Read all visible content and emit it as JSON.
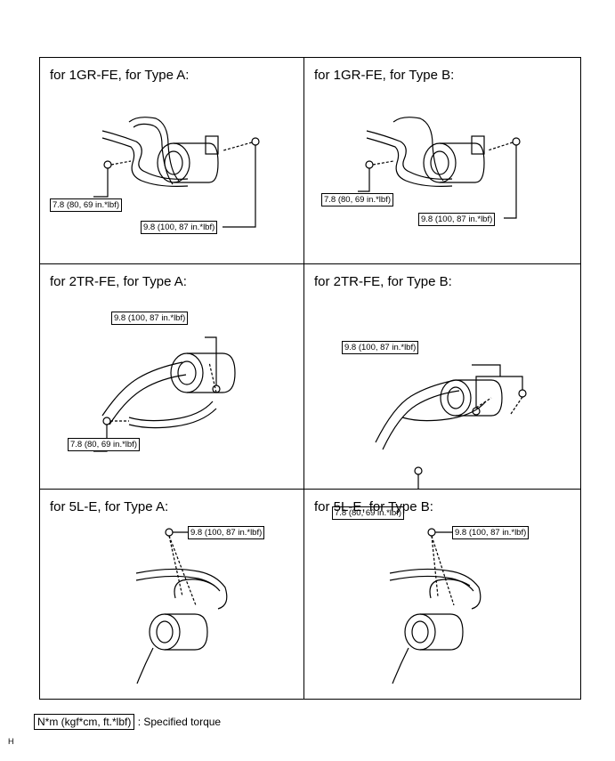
{
  "panels": [
    {
      "id": "p1",
      "title": "for 1GR-FE, for Type A:",
      "torques": [
        "7.8 (80, 69 in.*lbf)",
        "9.8 (100, 87 in.*lbf)"
      ]
    },
    {
      "id": "p2",
      "title": "for 1GR-FE, for Type B:",
      "torques": [
        "7.8 (80, 69 in.*lbf)",
        "9.8 (100, 87 in.*lbf)"
      ]
    },
    {
      "id": "p3",
      "title": "for 2TR-FE, for Type A:",
      "torques": [
        "9.8 (100, 87 in.*lbf)",
        "7.8 (80, 69 in.*lbf)"
      ]
    },
    {
      "id": "p4",
      "title": "for 2TR-FE, for Type B:",
      "torques": [
        "9.8 (100, 87 in.*lbf)",
        "7.8 (80, 69 in.*lbf)"
      ]
    },
    {
      "id": "p5",
      "title": "for 5L-E, for Type A:",
      "torques": [
        "9.8 (100, 87 in.*lbf)"
      ]
    },
    {
      "id": "p6",
      "title": "for 5L-E, for Type B:",
      "torques": [
        "9.8 (100, 87 in.*lbf)"
      ]
    }
  ],
  "legend": {
    "unit_box": "N*m (kgf*cm, ft.*lbf)",
    "text": ": Specified torque"
  },
  "figure_code": "H"
}
